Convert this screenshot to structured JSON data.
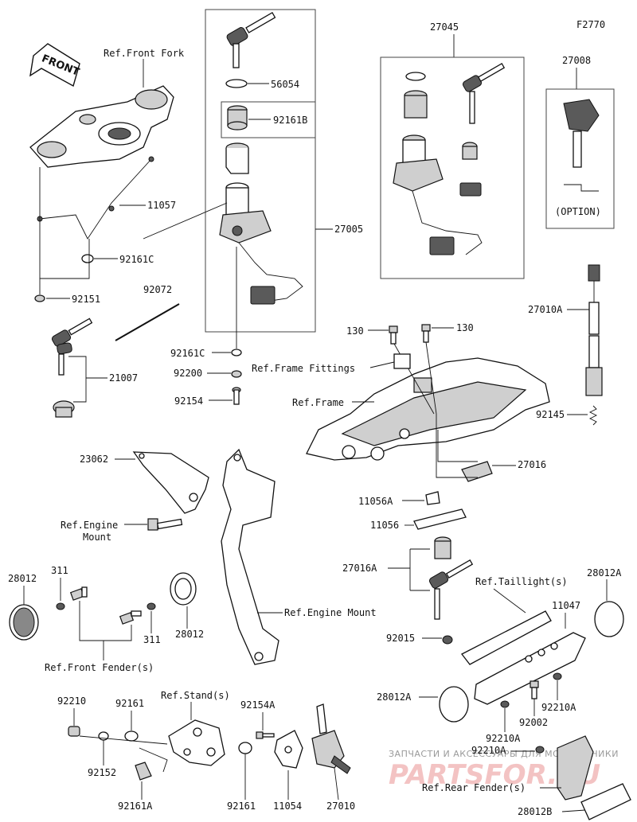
{
  "diagram": {
    "code": "F2770",
    "front_label": "FRONT",
    "option_label": "(OPTION)",
    "labels": {
      "ref_front_fork": "Ref.Front Fork",
      "p11057": "11057",
      "p92161C_a": "92161C",
      "p92151": "92151",
      "p92072": "92072",
      "p21007": "21007",
      "p56054": "56054",
      "p92161B": "92161B",
      "p27005": "27005",
      "p92161C_b": "92161C",
      "p92200": "92200",
      "p92154": "92154",
      "p27045": "27045",
      "p27008": "27008",
      "p27010A": "27010A",
      "p92145": "92145",
      "p130_a": "130",
      "p130_b": "130",
      "ref_frame_fittings": "Ref.Frame Fittings",
      "ref_frame": "Ref.Frame",
      "p27016": "27016",
      "p11056A": "11056A",
      "p11056": "11056",
      "p27016A": "27016A",
      "p23062": "23062",
      "ref_engine_mount_a": "Ref.Engine",
      "ref_engine_mount_b": "Mount",
      "ref_engine_mount2": "Ref.Engine Mount",
      "p28012_a": "28012",
      "p311_a": "311",
      "p311_b": "311",
      "p28012_b": "28012",
      "ref_front_fender": "Ref.Front Fender(s)",
      "ref_taillight": "Ref.Taillight(s)",
      "p28012A_a": "28012A",
      "p11047": "11047",
      "p92015": "92015",
      "p28012A_b": "28012A",
      "p92210A_a": "92210A",
      "p92002": "92002",
      "p92210A_b": "92210A",
      "p92210A_c": "92210A",
      "ref_rear_fender": "Ref.Rear Fender(s)",
      "p28012B": "28012B",
      "p92210": "92210",
      "p92161": "92161",
      "ref_stand": "Ref.Stand(s)",
      "p92154A": "92154A",
      "p92152": "92152",
      "p92161_b": "92161",
      "p92161A": "92161A",
      "p11054": "11054",
      "p27010": "27010"
    },
    "watermark_text": "ЗАПЧАСТИ И АКСЕССУАРЫ ДЛЯ МОТОТЕХНИКИ",
    "watermark_logo": "PARTSFOR.RU"
  }
}
